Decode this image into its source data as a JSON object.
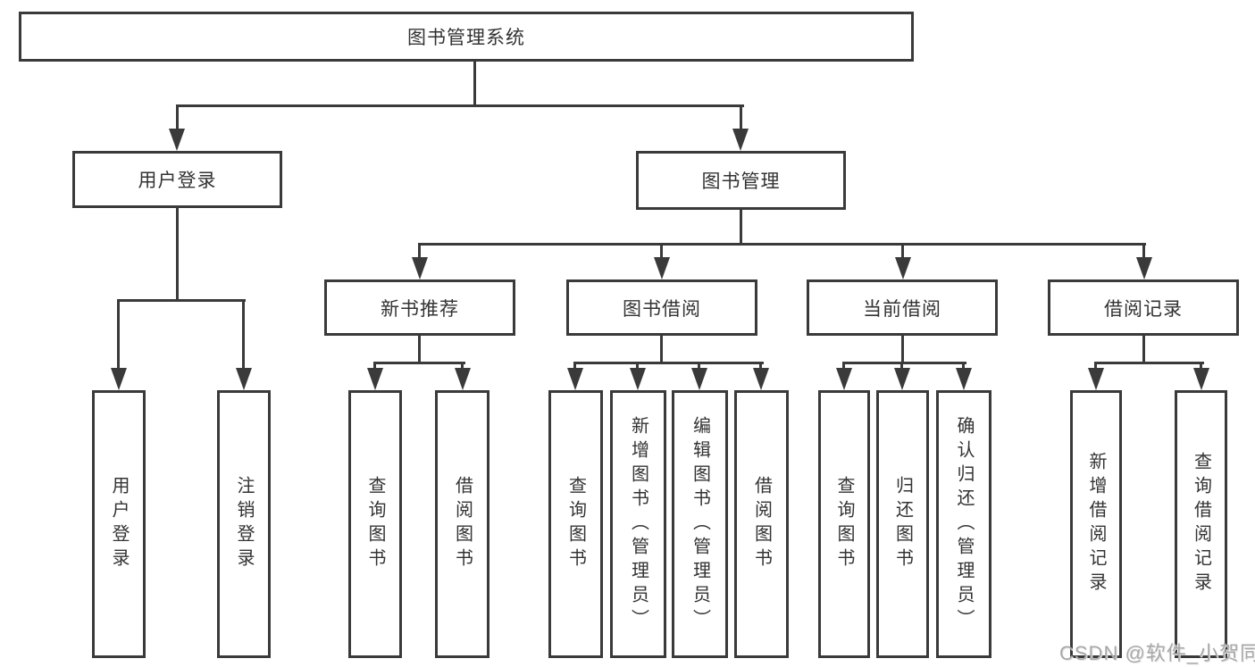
{
  "tree": {
    "label": "图书管理系统",
    "children": [
      {
        "label": "用户登录",
        "children": [
          {
            "label": "用户登录"
          },
          {
            "label": "注销登录"
          }
        ]
      },
      {
        "label": "图书管理",
        "children": [
          {
            "label": "新书推荐",
            "children": [
              {
                "label": "查询图书"
              },
              {
                "label": "借阅图书"
              }
            ]
          },
          {
            "label": "图书借阅",
            "children": [
              {
                "label": "查询图书"
              },
              {
                "label": "新增图书（管理员）"
              },
              {
                "label": "编辑图书（管理员）"
              },
              {
                "label": "借阅图书"
              }
            ]
          },
          {
            "label": "当前借阅",
            "children": [
              {
                "label": "查询图书"
              },
              {
                "label": "归还图书"
              },
              {
                "label": "确认归还（管理员）"
              }
            ]
          },
          {
            "label": "借阅记录",
            "children": [
              {
                "label": "新增借阅记录"
              },
              {
                "label": "查询借阅记录"
              }
            ]
          }
        ]
      }
    ]
  },
  "watermark": "CSDN @软件_小贺同学",
  "colors": {
    "line": "#3a3a3a",
    "text": "#333333",
    "background": "#ffffff",
    "watermark": "#a9a9a9"
  }
}
